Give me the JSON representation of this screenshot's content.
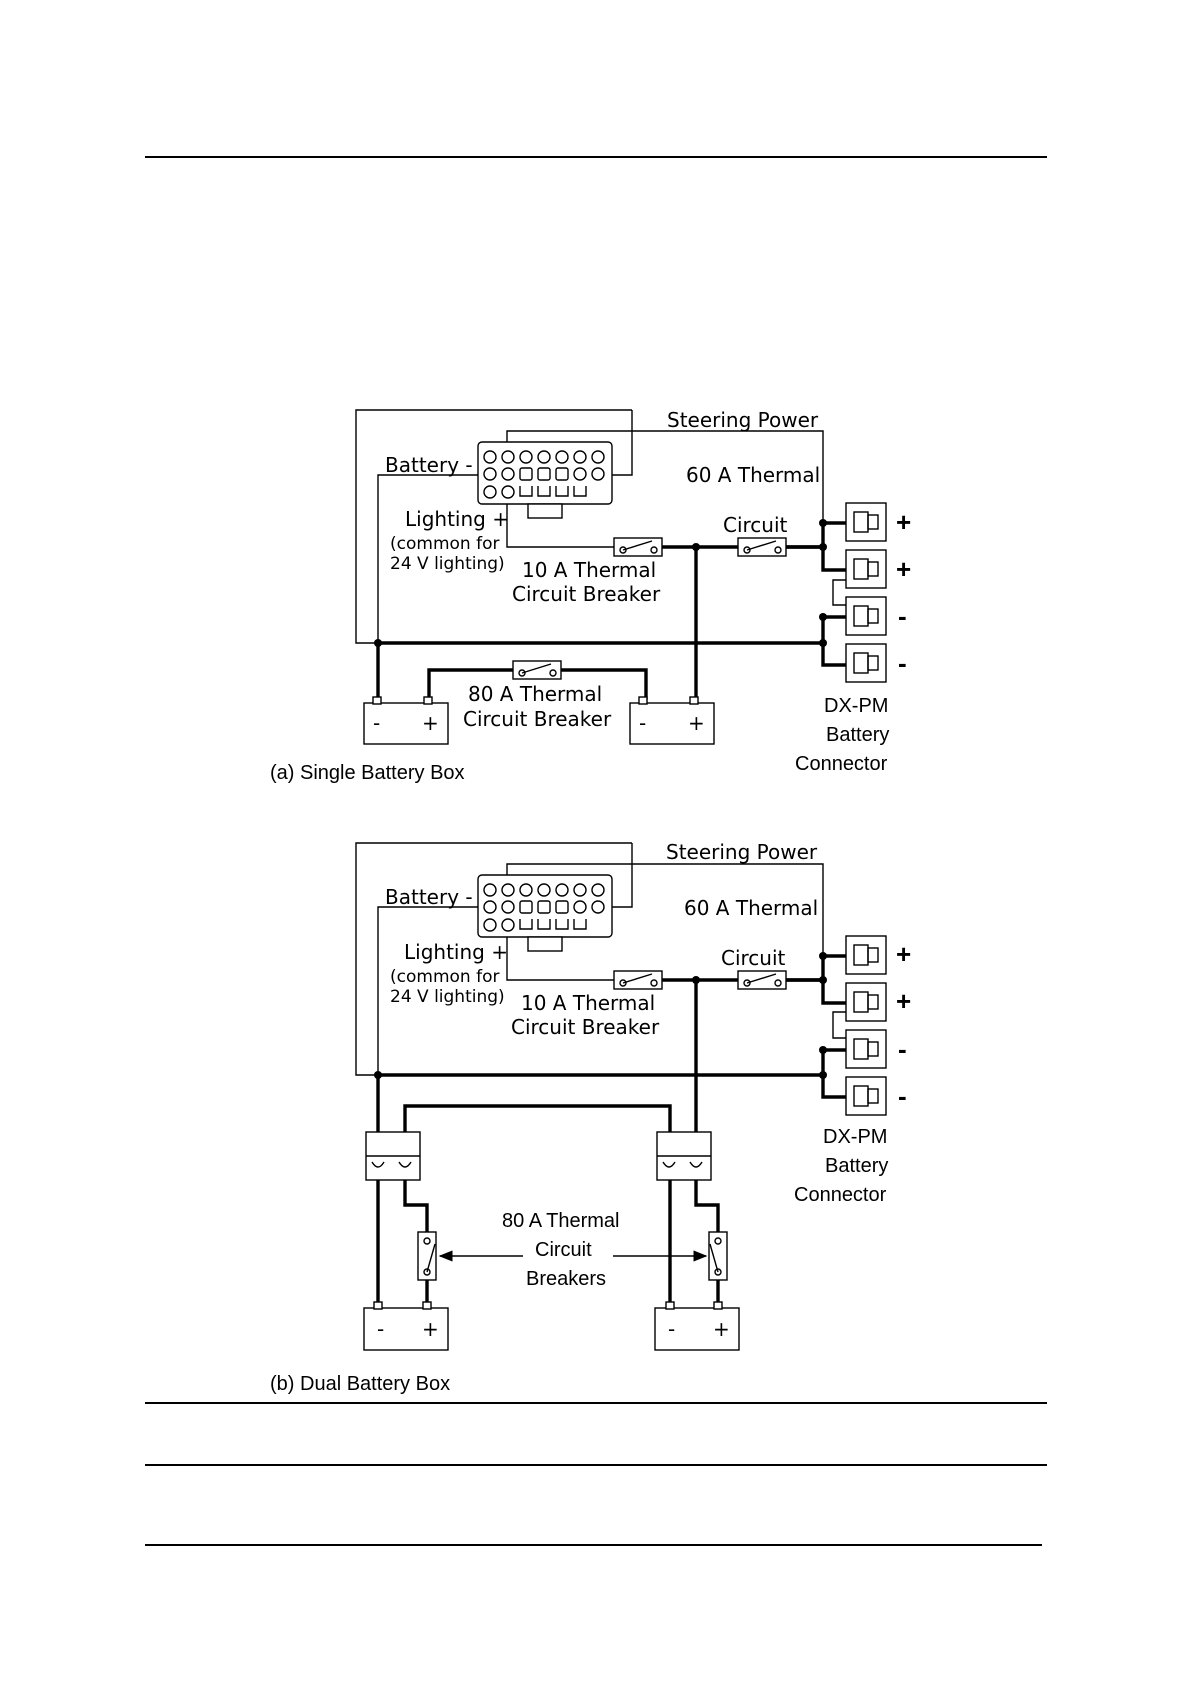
{
  "page": {
    "rules": [
      "top",
      "bottom-1",
      "bottom-2",
      "footer"
    ]
  },
  "diagram_a": {
    "caption": "(a)  Single Battery Box",
    "steering_power": "Steering Power",
    "battery_minus": "Battery -",
    "lighting_plus": "Lighting +",
    "lighting_note_1": "(common for",
    "lighting_note_2": "24 V lighting)",
    "breaker_60_line1": "60 A Thermal",
    "breaker_60_line2": "Circuit",
    "breaker_10_line1": "10 A Thermal",
    "breaker_10_line2": "Circuit Breaker",
    "breaker_80_line1": "80 A Thermal",
    "breaker_80_line2": "Circuit Breaker",
    "connector_line1": "DX-PM",
    "connector_line2": "Battery",
    "connector_line3": "Connector",
    "pin_symbols": [
      "+",
      "+",
      "-",
      "-"
    ],
    "battery_left": {
      "minus": "-",
      "plus": "+"
    },
    "battery_right": {
      "minus": "-",
      "plus": "+"
    }
  },
  "diagram_b": {
    "caption": "(b)  Dual Battery Box",
    "steering_power": "Steering Power",
    "battery_minus": "Battery -",
    "lighting_plus": "Lighting +",
    "lighting_note_1": "(common for",
    "lighting_note_2": "24 V lighting)",
    "breaker_60_line1": "60 A Thermal",
    "breaker_60_line2": "Circuit",
    "breaker_10_line1": "10 A Thermal",
    "breaker_10_line2": "Circuit Breaker",
    "breaker_80_line1": "80 A Thermal",
    "breaker_80_line2": "Circuit",
    "breaker_80_line3": "Breakers",
    "connector_line1": "DX-PM",
    "connector_line2": "Battery",
    "connector_line3": "Connector",
    "pin_symbols": [
      "+",
      "+",
      "-",
      "-"
    ],
    "battery_left": {
      "minus": "-",
      "plus": "+"
    },
    "battery_right": {
      "minus": "-",
      "plus": "+"
    }
  }
}
